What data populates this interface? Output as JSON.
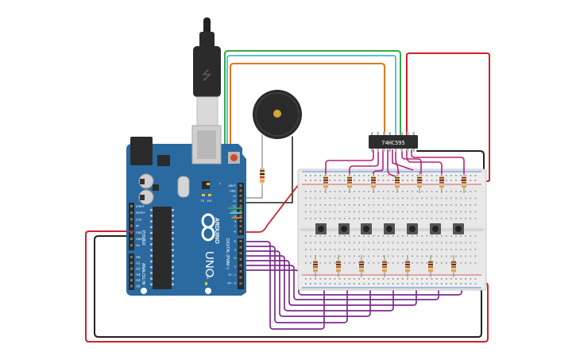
{
  "arduino": {
    "brand": "ARDUINO",
    "model": "UNO",
    "header_digital": "DIGITAL (PWM~)",
    "header_power": "POWER",
    "header_analog": "ANALOG IN",
    "power_pins": [
      "IOREF",
      "RESET",
      "3.3V",
      "5V",
      "GND",
      "GND",
      "Vin"
    ],
    "analog_pins": [
      "A0",
      "A1",
      "A2",
      "A3",
      "A4",
      "A5"
    ],
    "digital_pins": [
      "AREF",
      "GND",
      "13",
      "12",
      "~11",
      "~10",
      "~9",
      "8",
      "7",
      "~6",
      "~5",
      "4",
      "~3",
      "2",
      "TX→1",
      "RX←0"
    ],
    "tx_label": "TX",
    "rx_label": "RX",
    "l_label": "L",
    "on_label": "ON"
  },
  "ic": {
    "label": "74HC595"
  },
  "colors": {
    "board": "#2a6aa0",
    "breadboard": "#e6e6e6",
    "wire_red": "#d0202a",
    "wire_black": "#222222",
    "wire_purple": "#7b2d8e",
    "wire_magenta": "#b5237a",
    "wire_green": "#3aa84a",
    "wire_cyan": "#5bc2d0",
    "wire_orange": "#e07a10"
  }
}
